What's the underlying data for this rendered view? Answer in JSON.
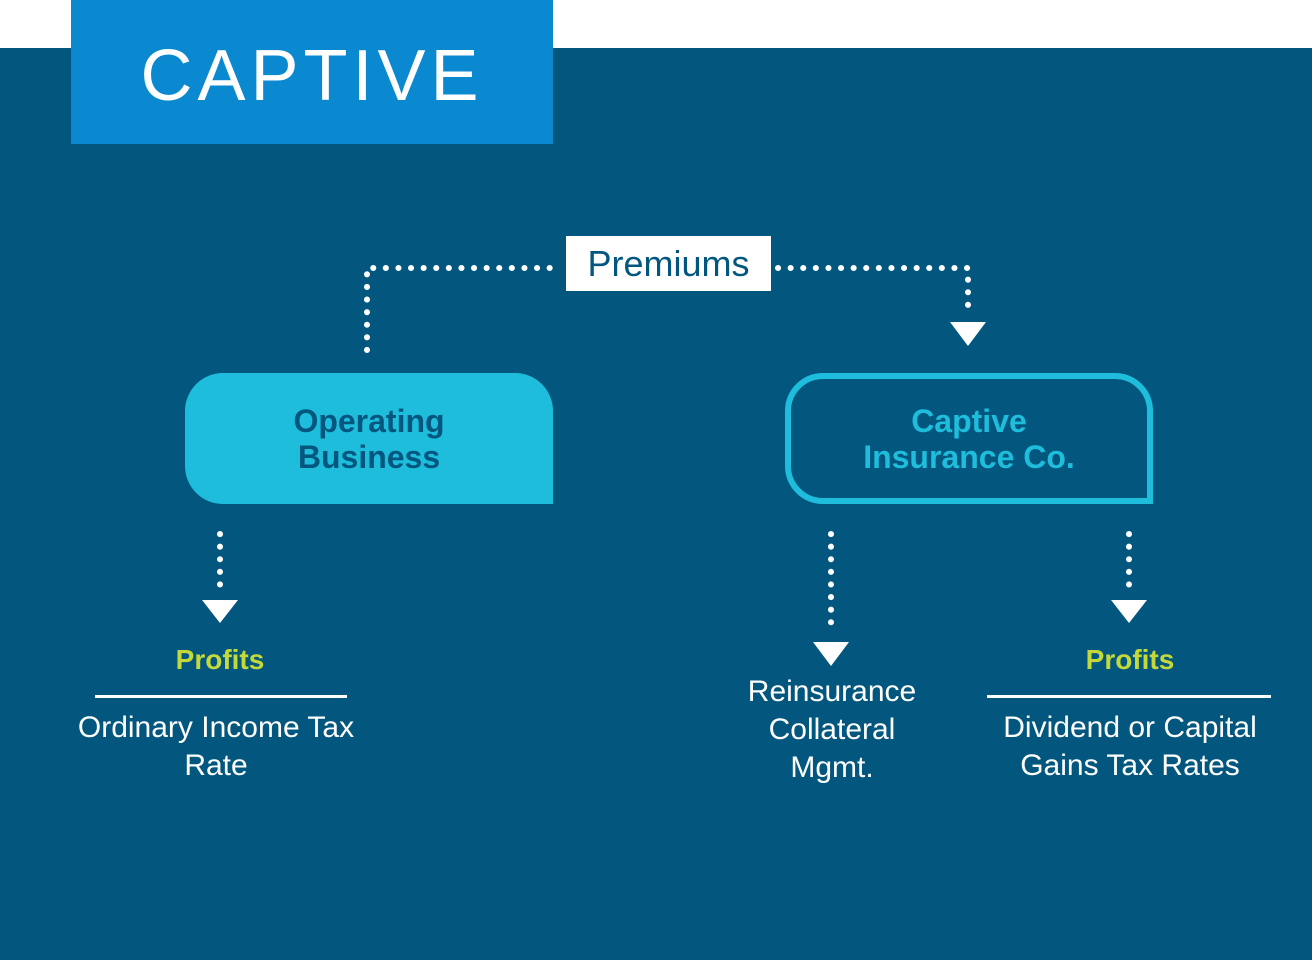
{
  "title": "CAPTIVE",
  "premiums_label": "Premiums",
  "nodes": {
    "operating": {
      "line1": "Operating",
      "line2": "Business"
    },
    "captive": {
      "line1": "Captive",
      "line2": "Insurance Co."
    }
  },
  "left_branch": {
    "profits_label": "Profits",
    "tax_line1": "Ordinary Income Tax",
    "tax_line2": "Rate"
  },
  "middle_branch": {
    "line1": "Reinsurance",
    "line2": "Collateral",
    "line3": "Mgmt."
  },
  "right_branch": {
    "profits_label": "Profits",
    "tax_line1": "Dividend or Capital",
    "tax_line2": "Gains Tax Rates"
  },
  "colors": {
    "background": "#03577f",
    "title_tab": "#0a89d0",
    "accent_cyan": "#1fbddc",
    "profits_yellow": "#c4d938",
    "white": "#ffffff"
  }
}
